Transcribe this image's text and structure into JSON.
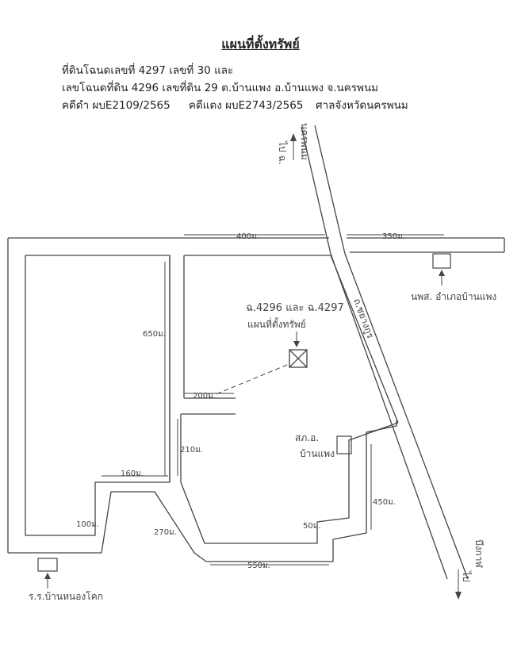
{
  "header": {
    "title": "แผนที่ตั้งทรัพย์",
    "line1": "ที่ดินโฉนดเลขที่ 4297 เลขที่ 30 และ",
    "line2": "เลขโฉนดที่ดิน 4296 เลขที่ดิน 29 ต.บ้านแพง อ.บ้านแพง จ.นครพนม",
    "black_case": "คดีดำ ผบE2109/2565",
    "red_case": "คดีแดง ผบE2743/2565",
    "court": "ศาลจังหวัดนครพนม"
  },
  "map": {
    "property_label": "ฉ.4296 และ ฉ.4297",
    "property_sublabel": "แผนที่ตั้งทรัพย์",
    "road_label": "ถ.ชยางกูร",
    "to_top_1": "ไป ฉ.",
    "to_top_2": "นครพนม",
    "to_bottom_1": "ไป",
    "to_bottom_2": "บึงกาฬ",
    "police_label": "สภ.อ.",
    "police_label_2": "บ้านแพง",
    "school_label": "ร.ร.บ้านหนองโคก",
    "district_label": "นพส. อำเภอบ้านแพง",
    "dist_400": "400ม.",
    "dist_350": "350ม.",
    "dist_650": "650ม.",
    "dist_200": "200ม.",
    "dist_210": "210ม.",
    "dist_160": "160ม.",
    "dist_100": "100ม.",
    "dist_270": "270ม.",
    "dist_550": "550ม.",
    "dist_450": "450ม.",
    "dist_50": "50ม."
  }
}
